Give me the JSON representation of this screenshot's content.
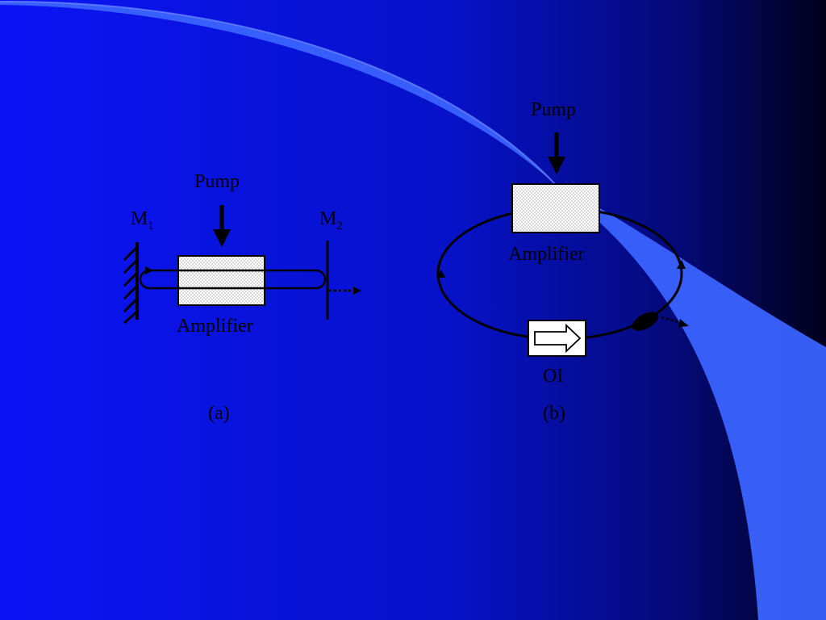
{
  "colors": {
    "background_start": "#0b14f5",
    "background_end": "#00001a",
    "swoosh": "#3a63ff",
    "line": "#000000",
    "box_fill": "#ffffff"
  },
  "diagram_a": {
    "pump_label": "Pump",
    "mirror1_label": "M",
    "mirror1_sub": "1",
    "mirror2_label": "M",
    "mirror2_sub": "2",
    "amplifier_label": "Amplifier",
    "caption": "(a)"
  },
  "diagram_b": {
    "pump_label": "Pump",
    "amplifier_label": "Amplifier",
    "isolator_label": "OI",
    "caption": "(b)"
  }
}
